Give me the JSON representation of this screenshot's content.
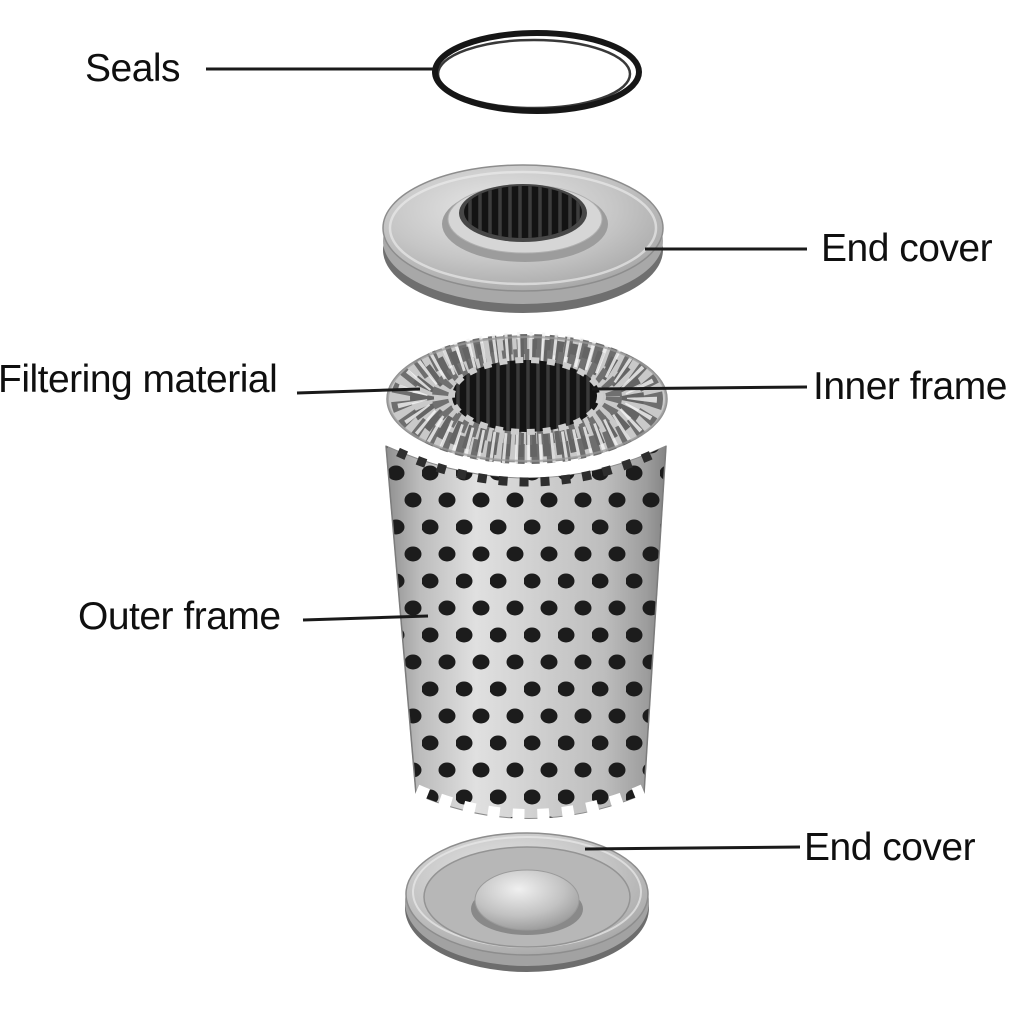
{
  "diagram": {
    "subject": "Filter element exploded-view diagram",
    "background_color": "#ffffff",
    "label_text_color": "#0f0f0f",
    "leader_line_color": "#1a1a1a",
    "seal_ring_color": "#161616",
    "metal_highlight_color": "#e8e8e8",
    "metal_base_color": "#b5b5b5",
    "metal_shadow_color": "#6f6f6f",
    "perforation_hole_color": "#1c1c1c",
    "core_hole_color": "#131313"
  },
  "labels": {
    "seals": "Seals",
    "end_cover_top": "End cover",
    "filtering_material": "Filtering material",
    "inner_frame": "Inner frame",
    "outer_frame": "Outer frame",
    "end_cover_bottom": "End cover"
  }
}
